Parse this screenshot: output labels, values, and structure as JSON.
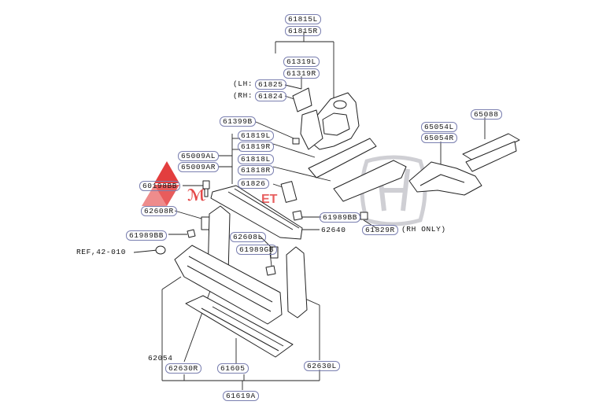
{
  "watermark": {
    "text_fragment": "ET",
    "brand_color": "#e02a2a",
    "logo_color": "#cfcfd4"
  },
  "labels": {
    "p61815l": "61815L",
    "p61815r": "61815R",
    "p61319l": "61319L",
    "p61319r": "61319R",
    "lh_prefix": "(LH:",
    "p61825": "61825",
    "rh_prefix": "(RH:",
    "p61824": "61824",
    "p61399b": "61399B",
    "p61819l": "61819L",
    "p61819r": "61819R",
    "p61818l": "61818L",
    "p61818r": "61818R",
    "p61826": "61826",
    "p65009al": "65009AL",
    "p65009ar": "65009AR",
    "p60198bb": "60198BB",
    "p62608r": "62608R",
    "p61989bb_left": "61989BB",
    "ref": "REF,42-010",
    "p61989bb_mid": "61989BB",
    "p62608l": "62608L",
    "p61989gb": "61989GB",
    "p62640": "62640",
    "p61829r": "61829R",
    "rh_only": "(RH ONLY)",
    "p65054l": "65054L",
    "p65054r": "65054R",
    "p65088": "65088",
    "p62054": "62054",
    "p62630r": "62630R",
    "p61605": "61605",
    "p62630l": "62630L",
    "p61619a": "61619A"
  }
}
